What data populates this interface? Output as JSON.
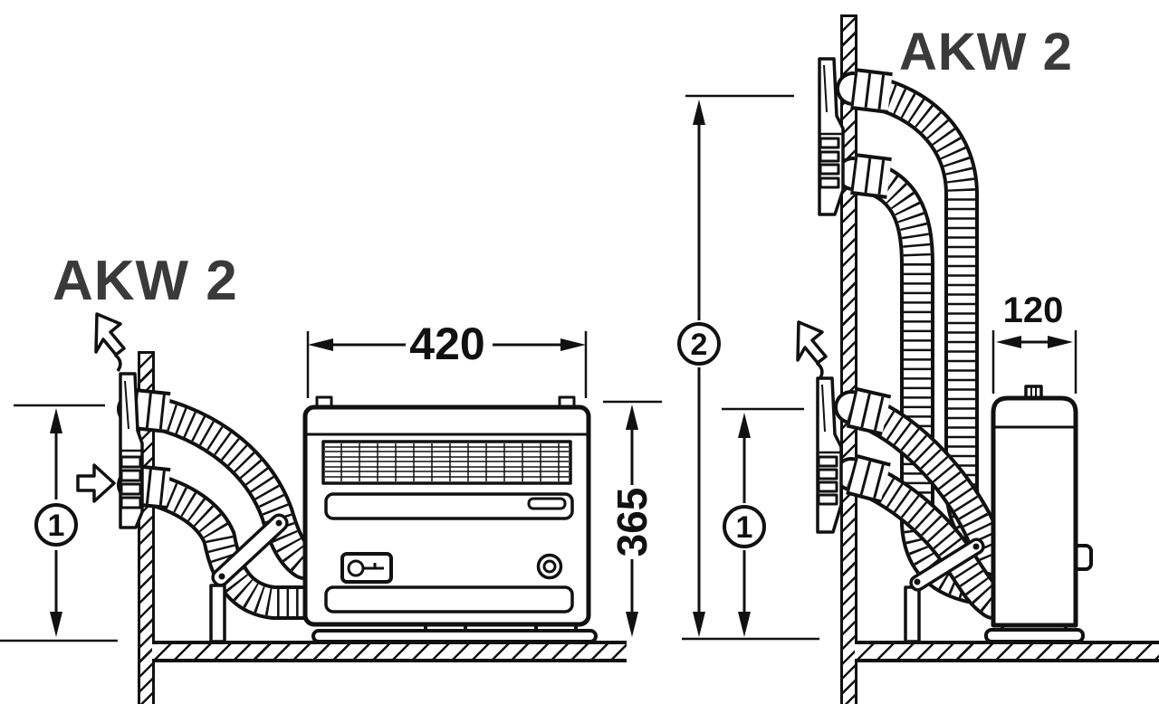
{
  "canvas": {
    "background": "#ffffff",
    "ink_color": "#111111",
    "title_color": "#3a3a3a"
  },
  "diagram_left": {
    "title": "AKW 2",
    "dim_width": "420",
    "dim_height": "365",
    "callout_install_height": "1",
    "icons": {
      "pointer": "mouse-pointer-icon",
      "airflow": "airflow-arrow-icon"
    }
  },
  "diagram_right": {
    "title": "AKW 2",
    "dim_flue_width": "120",
    "callout_upper_height": "2",
    "callout_lower_height": "1",
    "icons": {
      "pointer": "mouse-pointer-icon"
    }
  }
}
